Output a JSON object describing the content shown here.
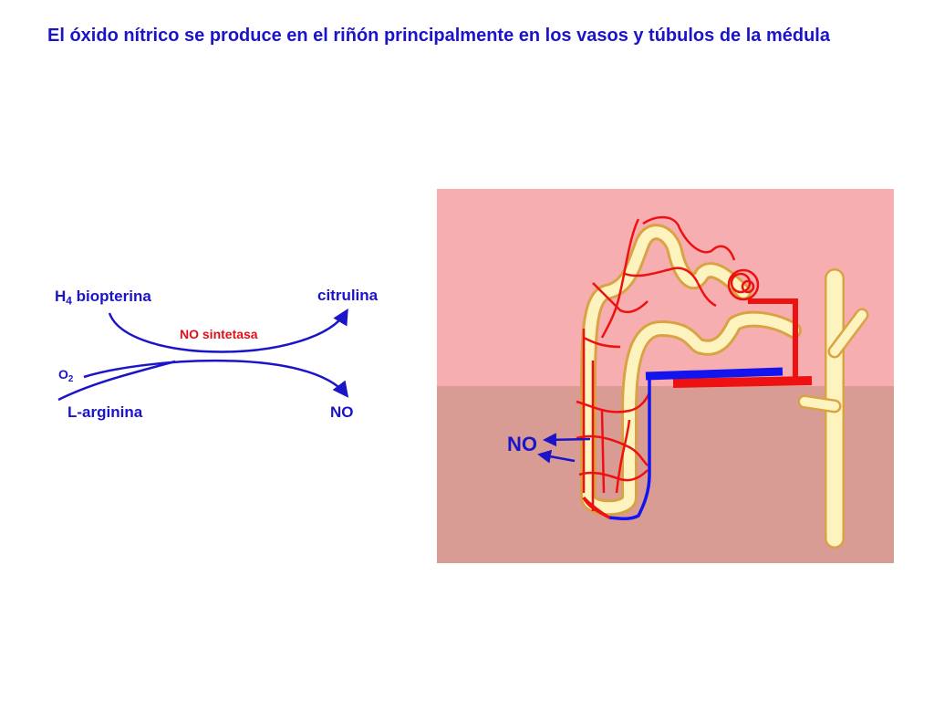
{
  "slide": {
    "title": "El óxido nítrico se produce en el riñón principalmente en los vasos y túbulos de la médula"
  },
  "reaction": {
    "h4_prefix": "H",
    "h4_sub": "4",
    "h4_rest": " biopterina",
    "citrulina": "citrulina",
    "enzyme": "NO sintetasa",
    "o2_prefix": "O",
    "o2_sub": "2",
    "l_arginina": "L-arginina",
    "no_product": "NO"
  },
  "kidney": {
    "no_label": "NO"
  },
  "colors": {
    "title": "#1c14c8",
    "enzyme": "#e0101a",
    "cortex": "#f7aeb0",
    "medulla": "#d99c94",
    "tubule_fill": "#fdf3bf",
    "tubule_edge": "#d9a244",
    "artery": "#ee1111",
    "vein": "#1414ee"
  }
}
